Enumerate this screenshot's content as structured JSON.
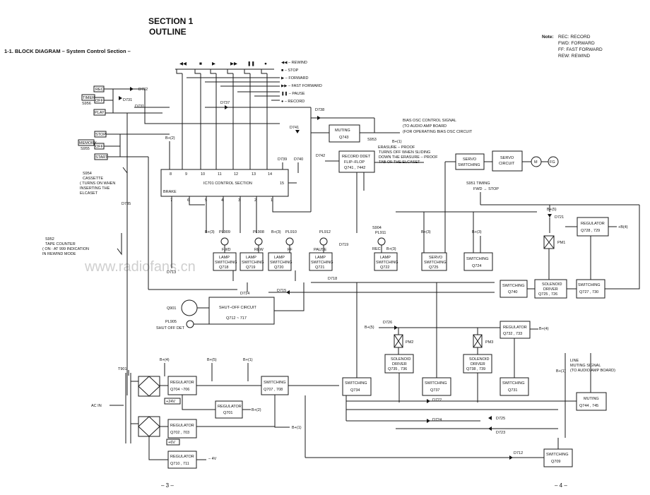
{
  "section_title": "SECTION 1",
  "section_subtitle": "OUTLINE",
  "block_heading": "1-1.  BLOCK DIAGRAM – System Control Section –",
  "note": {
    "label": "Note:",
    "lines": [
      "REC:  RECORD",
      "FWD: FORWARD",
      "FF:     FAST FORWARD",
      "REW:  REWIND"
    ]
  },
  "watermark": "www.radiofans.cn",
  "legend": [
    "◀◀ – REWIND",
    "■ – STOP",
    "▶ – FORWARD",
    "▶▶ – FAST FORWARD",
    "❚❚ – PAUSE",
    "● – RECORD"
  ],
  "keys": [
    "◀◀",
    "■",
    "▶",
    "▶▶",
    "❚❚",
    "●"
  ],
  "switches": {
    "timer_rec": "REC",
    "timer": "TIMER",
    "timer_ref": "S956",
    "timer_off": "OFF",
    "timer_play": "PLAY",
    "mem_stop": "STOP",
    "memory": "MEMORY",
    "mem_ref": "S955",
    "mem_off": "OFF",
    "mem_start": "START",
    "s954": [
      "S954",
      "CASSETTE",
      "( TURNS ON WHEN",
      "  INSERTING THE",
      "  ELCASET"
    ],
    "s952": [
      "S952",
      "TAPE COUNTER",
      "( ON : AT 999 INDICATION",
      "  IN REWIND MODE"
    ]
  },
  "ic701": {
    "title": "IC701   CONTROL  SECTION",
    "top_pins": [
      "8",
      "9",
      "10",
      "11",
      "12",
      "13",
      "14",
      "15"
    ],
    "bottom_pins": [
      "7",
      "6",
      "5",
      "4",
      "3",
      "2",
      "1"
    ],
    "brake": "BRAKE"
  },
  "labels": {
    "bplus2": "B+(2)",
    "bplus1": "B+(1)",
    "bplus3a": "B+(3)",
    "bplus3b": "B+(3)",
    "bplus3c": "B+(3)",
    "bplus3d": "B+(3)",
    "bplus5": "B+(5)",
    "bplus5b": "B+(5)",
    "bplus4": "B+(4)",
    "bplus4b": "B+(4)",
    "bplus4c": "+B(4)",
    "bplus1b": "B+(1)",
    "bplus1c": "B+(1)",
    "bplus5c": "B+(5)",
    "bplus2b": "B+(2)",
    "bplus3e": "B+(3)",
    "bplus1d": "B+(1)",
    "bias": [
      "BIAS OSC CONTROL SIGNAL",
      "(TO AUDIO AMP BOARD",
      "(FOR OPERATING BIAS OSC CIRCUIT"
    ],
    "s953": "S953",
    "erasure": [
      "ERASURE – PROOF",
      "TURNS OFF WHEN SLIDING",
      "DOWN THE ERASURE – PROOF",
      "TAB OF THE ELCASET"
    ],
    "s951": [
      "S951  TIMING",
      "FWD → STOP"
    ],
    "line_muting": [
      "LINE",
      "MUTING SIGNAL",
      "(TO AUDIO AMP BOARD)"
    ],
    "t901": "T901",
    "acin": "AC IN",
    "plus24": "+24V",
    "plus6": "+6V",
    "minus4": "– 4V",
    "q901": "Q901",
    "pl905": "PL905",
    "shutoff_det": "SHUT OFF DET",
    "page3": "–  3  –",
    "page4": "–  4  –",
    "s904": "S904"
  },
  "diodes": {
    "d732": "D732",
    "d731a": "D731",
    "d731b": "D731",
    "d737": "D737",
    "d738": "D738",
    "d741": "D741",
    "d742": "D742",
    "d739": "D739",
    "d740": "D740",
    "d735": "D735",
    "d713": "D713",
    "d714": "D714",
    "d715": "D715",
    "d718": "D718",
    "d719": "D719",
    "d721": "D721",
    "d726": "D726",
    "d722": "D722",
    "d724": "D724",
    "d725": "D725",
    "d723": "D723",
    "d712": "D712"
  },
  "lamps": [
    {
      "pl": "PL909",
      "name": "FWD",
      "sw": [
        "LAMP",
        "SWITCHING",
        "Q718"
      ]
    },
    {
      "pl": "PL908",
      "name": "REW",
      "sw": [
        "LAMP",
        "SWITCHING",
        "Q719"
      ]
    },
    {
      "pl": "PL910",
      "name": "FF",
      "sw": [
        "LAMP",
        "SWITCHING",
        "Q720"
      ]
    },
    {
      "pl": "PL912",
      "name": "PAUSE",
      "sw": [
        "LAMP",
        "SWITCHING",
        "Q721"
      ]
    },
    {
      "pl": "PL911",
      "name": "REC",
      "sw": [
        "LAMP",
        "SWITCHING",
        "Q722"
      ]
    }
  ],
  "blocks": {
    "muting743": [
      "MUTING",
      "Q743"
    ],
    "record_det": [
      "RECORD DDET",
      "FLIP–FLOP",
      "Q741 , 7442"
    ],
    "servo_sw": [
      "SERVO",
      "SWITCHING"
    ],
    "servo_circuit": [
      "SERVO",
      "CIRCUIT"
    ],
    "motor": "M",
    "fg": "FG",
    "servo_sw_q725": [
      "SERVO",
      "SWITCHING",
      "Q725"
    ],
    "sw_q724": [
      "SWITCHING",
      "Q724"
    ],
    "regulator728": [
      "REGULATOR",
      "Q728 , 729"
    ],
    "pm1": "PM1",
    "sw_q740": [
      "SWITCHING",
      "Q740"
    ],
    "sol_driver725": [
      "SOLENOID",
      "DRIVER",
      "Q725 , 726"
    ],
    "sw_q727": [
      "SWITCHING",
      "Q727 , 730"
    ],
    "shutoff": [
      "SHUT–OFF CIRCUIT",
      "Q712 ~ 717"
    ],
    "regulator732": [
      "REGULATOR",
      "Q732 , 733"
    ],
    "pm2": "PM2",
    "pm3": "PM3",
    "sol_driver735": [
      "SOLENOID",
      "DRIVER",
      "Q735 , 736"
    ],
    "sol_driver738": [
      "SOLENOID",
      "DRIVER",
      "Q738 , 739"
    ],
    "sw_q734": [
      "SWITCHING",
      "Q734"
    ],
    "sw_q737": [
      "SWITCHING",
      "Q737"
    ],
    "sw_q731": [
      "SWITCHING",
      "Q731"
    ],
    "muting744": [
      "MUTING",
      "Q744 , 745"
    ],
    "sw_q709": [
      "SWITCHING",
      "Q709"
    ],
    "reg704": [
      "REGULATOR",
      "Q704 ~706"
    ],
    "reg701": [
      "REGULATOR",
      "Q701"
    ],
    "sw_q707": [
      "SWITCHING",
      "Q707 , 708"
    ],
    "reg702": [
      "REGULATOR",
      "Q702 , 703"
    ],
    "reg710": [
      "REGULATOR",
      "Q710 , 711"
    ]
  }
}
